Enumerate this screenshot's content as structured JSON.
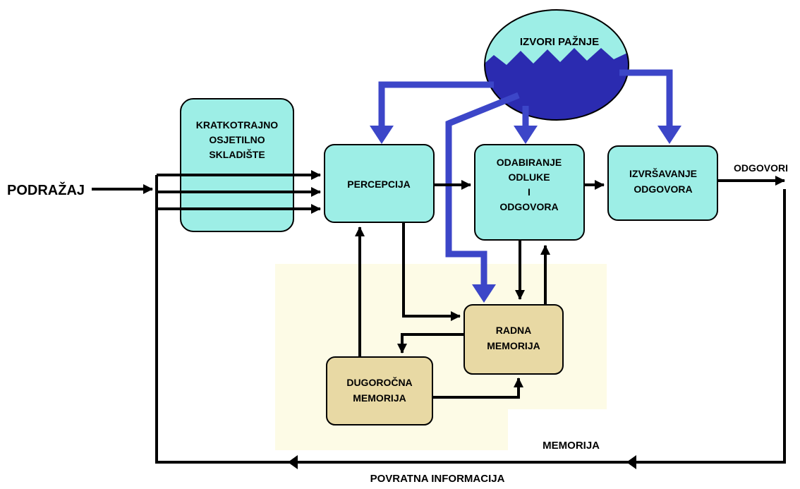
{
  "diagram": {
    "attention": {
      "label": "IZVORI PAŽNJE"
    },
    "stimulus": {
      "label": "PODRAŽAJ"
    },
    "sensory_store": {
      "line1": "KRATKOTRAJNO",
      "line2": "OSJETILNO",
      "line3": "SKLADIŠTE"
    },
    "perception": {
      "label": "PERCEPCIJA"
    },
    "decision": {
      "line1": "ODABIRANJE",
      "line2": "ODLUKE",
      "line3": "I",
      "line4": "ODGOVORA"
    },
    "execution": {
      "line1": "IZVRŠAVANJE",
      "line2": "ODGOVORA"
    },
    "responses": {
      "label": "ODGOVORI"
    },
    "working_memory": {
      "line1": "RADNA",
      "line2": "MEMORIJA"
    },
    "long_term_memory": {
      "line1": "DUGOROČNA",
      "line2": "MEMORIJA"
    },
    "memory_region": {
      "label": "MEMORIJA"
    },
    "feedback": {
      "label": "POVRATNA INFORMACIJA"
    },
    "colors": {
      "process_fill": "#9DEEE6",
      "memory_fill": "#E8D9A4",
      "memory_region_fill": "#FDFBE6",
      "attention_arrow": "#3C46C8",
      "attention_dark": "#2B2BB0"
    }
  }
}
